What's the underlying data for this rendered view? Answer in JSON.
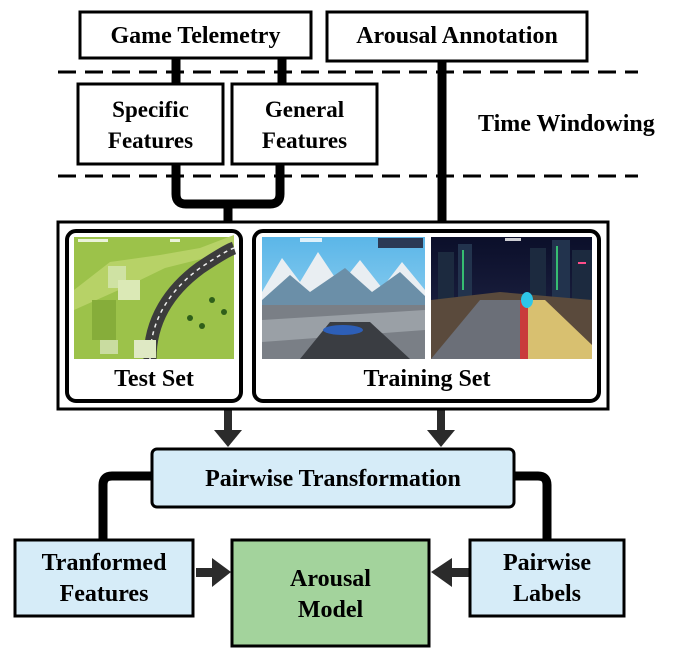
{
  "inputs": {
    "game_telemetry": "Game Telemetry",
    "arousal_annotation": "Arousal Annotation"
  },
  "features": {
    "specific_line1": "Specific",
    "specific_line2": "Features",
    "general_line1": "General",
    "general_line2": "Features"
  },
  "time_windowing_label": "Time Windowing",
  "datasets": {
    "test_set": "Test Set",
    "training_set": "Training Set"
  },
  "pairwise_transformation": "Pairwise Transformation",
  "outputs": {
    "transformed_line1": "Tranformed",
    "transformed_line2": "Features",
    "model_line1": "Arousal",
    "model_line2": "Model",
    "labels_line1": "Pairwise",
    "labels_line2": "Labels"
  },
  "colors": {
    "light_blue": "#d6ecf8",
    "model_green": "#a3d39c",
    "stroke": "#000000",
    "arrow": "#2b2b2b"
  },
  "icons": {
    "test_screenshot": "top-down-racing-game-screenshot",
    "training_screenshot_1": "mountain-racing-game-screenshot",
    "training_screenshot_2": "night-city-racing-game-screenshot"
  }
}
